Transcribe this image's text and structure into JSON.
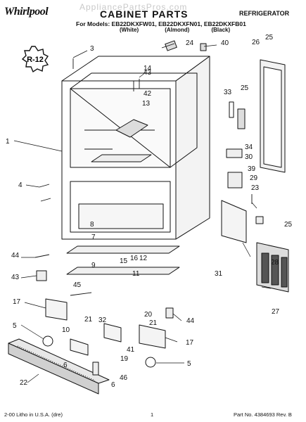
{
  "watermark": "AppliancePartsPros.com",
  "logo": {
    "text": "Whirlpool",
    "badge_text": "R-12",
    "logo_icon": "whirlpool-swirl-icon"
  },
  "header": {
    "title": "CABINET PARTS",
    "category": "REFRIGERATOR",
    "models_line": "For Models: EB22DKXFW01, EB22DKXFN01, EB22DKXFB01",
    "colors": [
      "(White)",
      "(Almond)",
      "(Black)"
    ]
  },
  "callouts": [
    "1",
    "3",
    "4",
    "5",
    "5",
    "6",
    "6",
    "7",
    "8",
    "9",
    "10",
    "11",
    "12",
    "13",
    "14",
    "15",
    "16",
    "17",
    "17",
    "19",
    "20",
    "21",
    "21",
    "22",
    "23",
    "24",
    "25",
    "25",
    "25",
    "26",
    "27",
    "28",
    "29",
    "30",
    "31",
    "32",
    "33",
    "34",
    "39",
    "40",
    "41",
    "42",
    "43",
    "43",
    "44",
    "44",
    "45",
    "46"
  ],
  "footer": {
    "left": "2-00 Litho in U.S.A. (dre)",
    "page": "1",
    "right": "Part No. 4384693 Rev. B"
  }
}
